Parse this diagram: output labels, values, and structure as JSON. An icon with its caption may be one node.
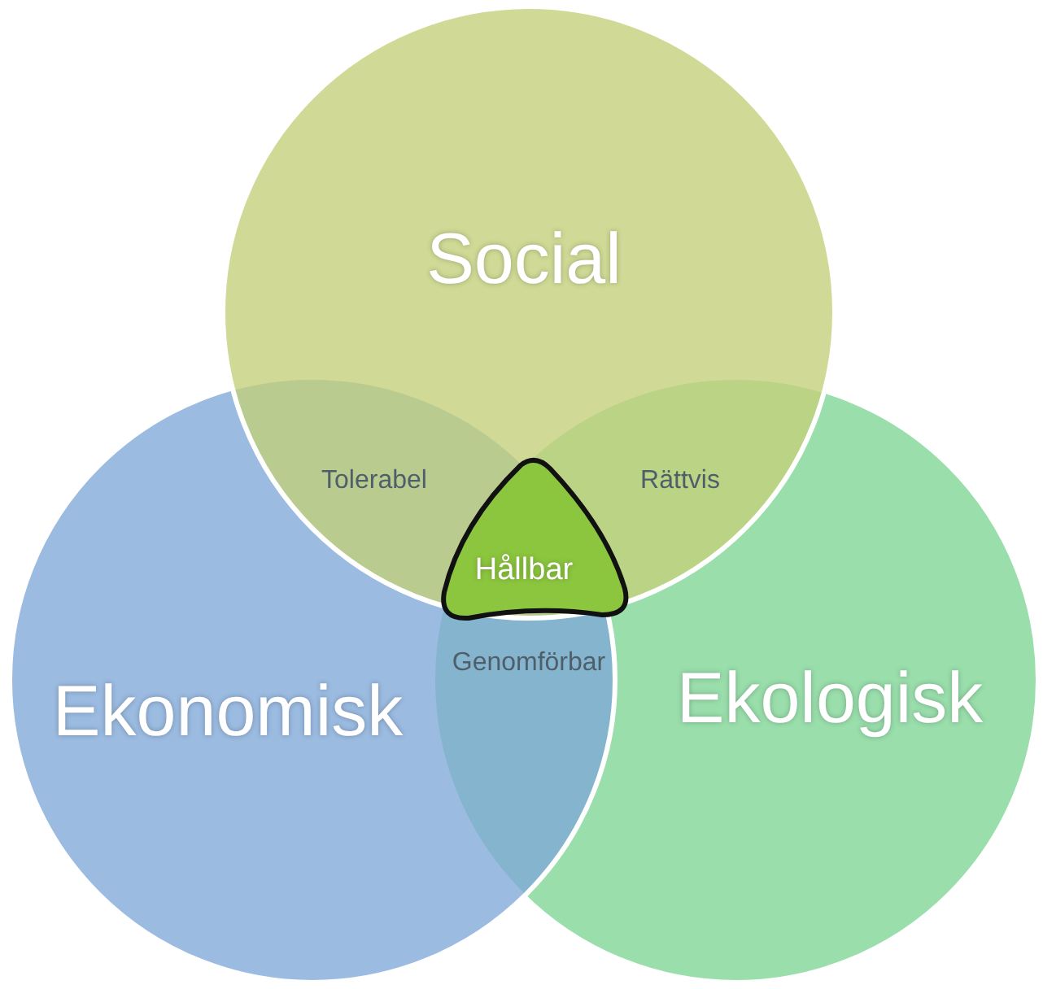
{
  "diagram": {
    "nodes": [
      {
        "text": [
          "Social"
        ]
      },
      {
        "text": [
          "Ekonomisk"
        ]
      },
      {
        "text": [
          "Ekologisk"
        ]
      },
      {
        "text": [
          "Hållbar"
        ]
      }
    ],
    "labels": [
      "Tolerabel",
      "Rättvis",
      "Genomförbar"
    ]
  }
}
